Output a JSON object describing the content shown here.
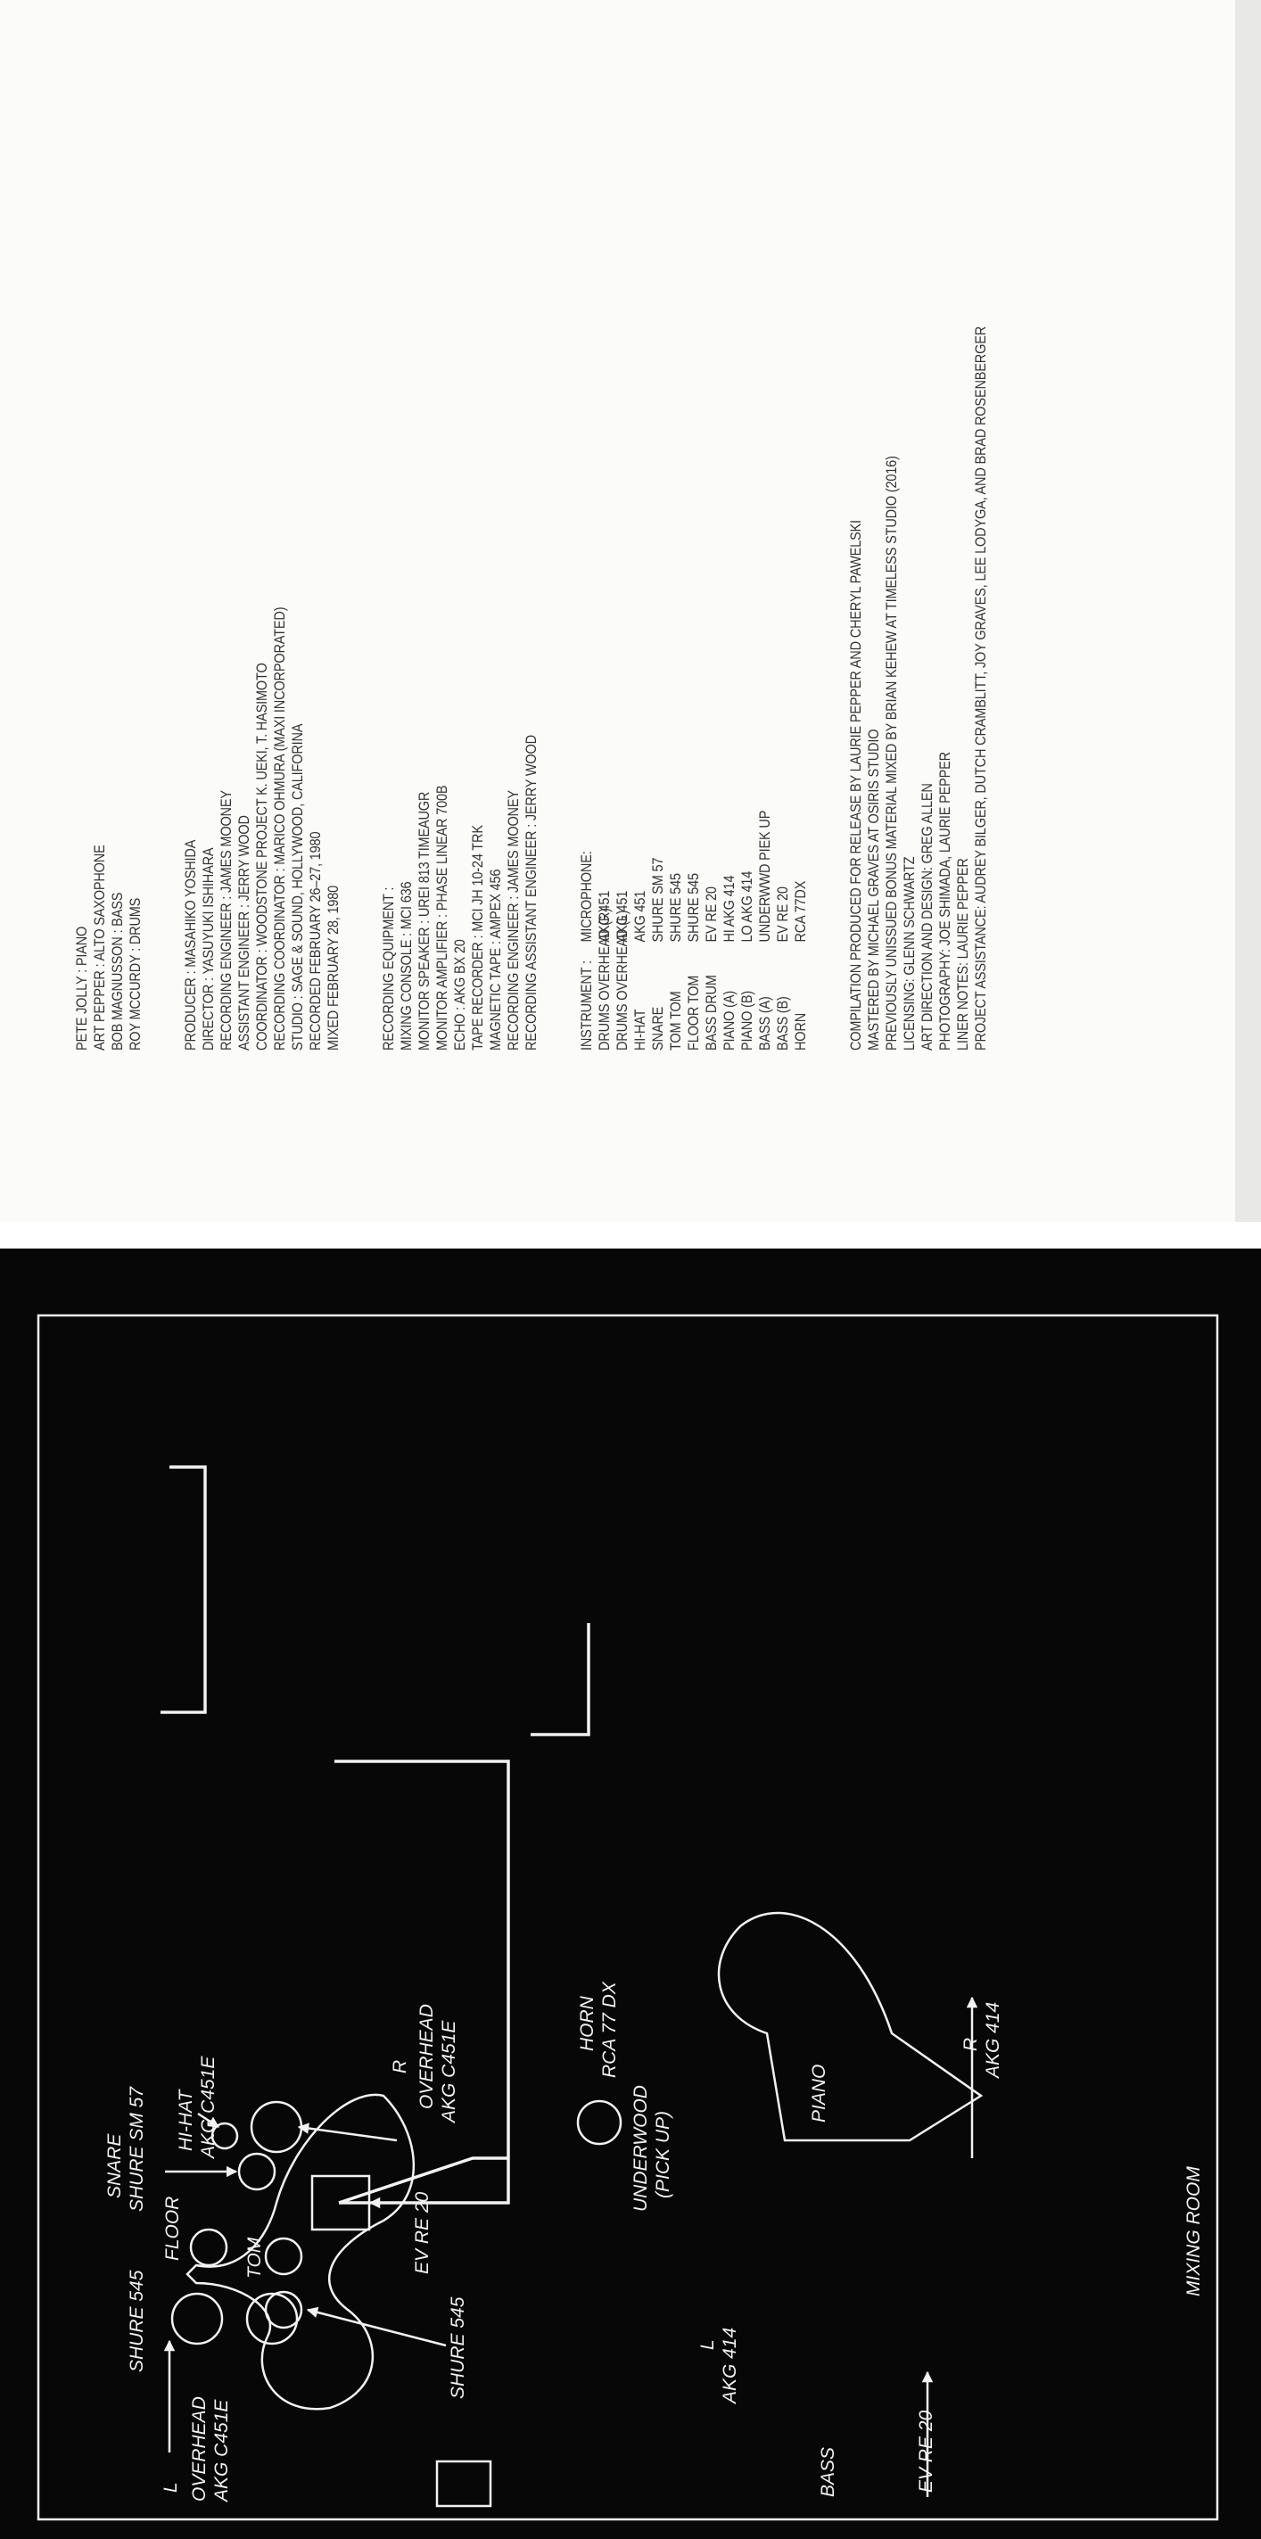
{
  "credits": {
    "personnel": [
      "PETE JOLLY : PIANO",
      "ART PEPPER : ALTO SAXOPHONE",
      "BOB MAGNUSSON : BASS",
      "ROY MCCURDY : DRUMS"
    ],
    "production": [
      "PRODUCER : MASAHIKO YOSHIDA",
      "DIRECTOR : YASUYUKI ISHIHARA",
      "RECORDING ENGINEER : JAMES MOONEY",
      "ASSISTANT ENGINEER : JERRY WOOD",
      "COORDINATOR : WOODSTONE PROJECT K. UEKI, T. HASIMOTO",
      "RECORDING COORDINATOR : MARICO OHMURA (MAXI INCORPORATED)",
      "STUDIO : SAGE & SOUND, HOLLYWOOD, CALIFORINA",
      "RECORDED FEBRUARY 26–27, 1980",
      "MIXED FEBRUARY 28, 1980"
    ],
    "equipment": [
      "RECORDING EQUIPMENT :",
      "MIXING CONSOLE : MCI 636",
      "MONITOR SPEAKER : UREI 813 TIMEAUGR",
      "MONITOR AMPLIFIER : PHASE LINEAR 700B",
      "ECHO : AKG BX 20",
      "TAPE RECORDER : MCI JH 10-24 TRK",
      "MAGNETIC TAPE : AMPEX 456",
      "RECORDING ENGINEER : JAMES MOONEY",
      "RECORDING ASSISTANT ENGINEER : JERRY WOOD"
    ],
    "mic_header": {
      "instrument": "INSTRUMENT :",
      "microphone": "MICROPHONE:"
    },
    "mic_table": [
      {
        "instrument": "DRUMS OVERHEAD (R)",
        "microphone": "AKG 451"
      },
      {
        "instrument": "DRUMS OVERHEAD (L)",
        "microphone": "AKG 451"
      },
      {
        "instrument": "HI-HAT",
        "microphone": "AKG 451"
      },
      {
        "instrument": "SNARE",
        "microphone": "SHURE SM 57"
      },
      {
        "instrument": "TOM TOM",
        "microphone": "SHURE 545"
      },
      {
        "instrument": "FLOOR TOM",
        "microphone": "SHURE 545"
      },
      {
        "instrument": "BASS DRUM",
        "microphone": "EV RE 20"
      },
      {
        "instrument": "PIANO (A)",
        "microphone": "HI AKG 414"
      },
      {
        "instrument": "PIANO (B)",
        "microphone": "LO AKG 414"
      },
      {
        "instrument": "BASS (A)",
        "microphone": "UNDERWWD PIEK UP"
      },
      {
        "instrument": "BASS (B)",
        "microphone": "EV RE 20"
      },
      {
        "instrument": "HORN",
        "microphone": "RCA 77DX"
      }
    ],
    "compilation": [
      "COMPILATION PRODUCED FOR RELEASE BY LAURIE PEPPER AND CHERYL PAWELSKI",
      "MASTERED BY MICHAEL GRAVES AT OSIRIS STUDIO",
      "PREVIOUSLY UNISSUED BONUS MATERIAL MIXED BY BRIAN KEHEW AT TIMELESS STUDIO (2016)",
      "LICENSING: GLENN SCHWARTZ",
      "ART DIRECTION AND DESIGN: GREG ALLEN",
      "PHOTOGRAPHY: JOE SHIMADA, LAURIE PEPPER",
      "LINER NOTES: LAURIE PEPPER",
      "PROJECT ASSISTANCE: AUDREY BILGER, DUTCH CRAMBLITT, JOY GRAVES, LEE LODYGA, AND BRAD ROSENBERGER"
    ]
  },
  "diagram": {
    "labels": {
      "overhead_l_side": "L",
      "overhead_l_1": "OVERHEAD",
      "overhead_l_2": "AKG C451E",
      "shure545_top": "SHURE 545",
      "floor": "FLOOR",
      "tom": "TOM",
      "snare_1": "SNARE",
      "snare_2": "SHURE SM 57",
      "hihat_1": "HI-HAT",
      "hihat_2": "AKG C451E",
      "overhead_r_side": "R",
      "overhead_r_1": "OVERHEAD",
      "overhead_r_2": "AKG C451E",
      "ev_re20_drum": "EV RE 20",
      "shure545_bottom": "SHURE 545",
      "horn_1": "HORN",
      "horn_2": "RCA 77 DX",
      "underwood_1": "UNDERWOOD",
      "underwood_2": "(PICK UP)",
      "akg414_l_side": "L",
      "akg414_l": "AKG 414",
      "piano": "PIANO",
      "akg414_r_side": "R",
      "akg414_r": "AKG 414",
      "ev_re20_bass": "EV RE 20",
      "bass": "BASS",
      "room": "MIXING ROOM"
    }
  },
  "colors": {
    "diagram_bg": "#070707",
    "diagram_ink": "#f2f2f2",
    "credits_bg": "#fbfbfa",
    "credits_ink": "#333333"
  }
}
